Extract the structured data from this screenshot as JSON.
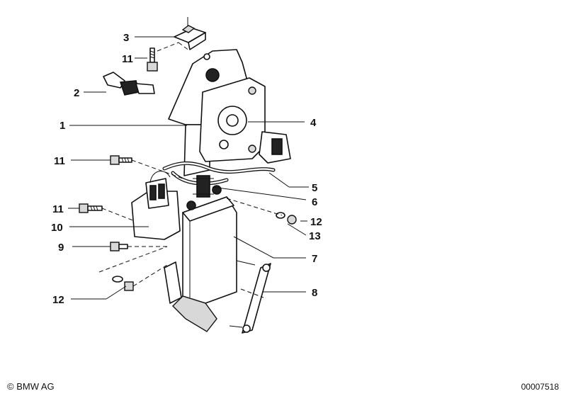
{
  "callouts": [
    {
      "id": "c3a",
      "label": "3"
    },
    {
      "id": "c11a",
      "label": "11"
    },
    {
      "id": "c2",
      "label": "2"
    },
    {
      "id": "c1",
      "label": "1"
    },
    {
      "id": "c4",
      "label": "4"
    },
    {
      "id": "c11b",
      "label": "11"
    },
    {
      "id": "c5",
      "label": "5"
    },
    {
      "id": "c6",
      "label": "6"
    },
    {
      "id": "c11c",
      "label": "11"
    },
    {
      "id": "c12a",
      "label": "12"
    },
    {
      "id": "c13",
      "label": "13"
    },
    {
      "id": "c10",
      "label": "10"
    },
    {
      "id": "c7",
      "label": "7"
    },
    {
      "id": "c9",
      "label": "9"
    },
    {
      "id": "c8",
      "label": "8"
    },
    {
      "id": "c12b",
      "label": "12"
    }
  ],
  "footer": {
    "copyright": "© BMW AG",
    "doc_number": "00007518"
  }
}
